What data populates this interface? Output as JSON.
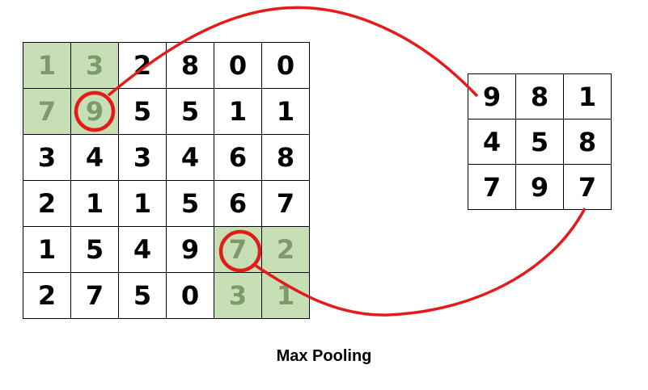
{
  "input_matrix": {
    "rows": [
      [
        "1",
        "3",
        "2",
        "8",
        "0",
        "0"
      ],
      [
        "7",
        "9",
        "5",
        "5",
        "1",
        "1"
      ],
      [
        "3",
        "4",
        "3",
        "4",
        "6",
        "8"
      ],
      [
        "2",
        "1",
        "1",
        "5",
        "6",
        "7"
      ],
      [
        "1",
        "5",
        "4",
        "9",
        "7",
        "2"
      ],
      [
        "2",
        "7",
        "5",
        "0",
        "3",
        "1"
      ]
    ]
  },
  "output_matrix": {
    "rows": [
      [
        "9",
        "8",
        "1"
      ],
      [
        "4",
        "5",
        "8"
      ],
      [
        "7",
        "9",
        "7"
      ]
    ]
  },
  "highlight_color": "#c6dfb4",
  "highlight_text_color": "#7e9a6d",
  "arrow_color": "#e31b1b",
  "caption": "Max Pooling"
}
